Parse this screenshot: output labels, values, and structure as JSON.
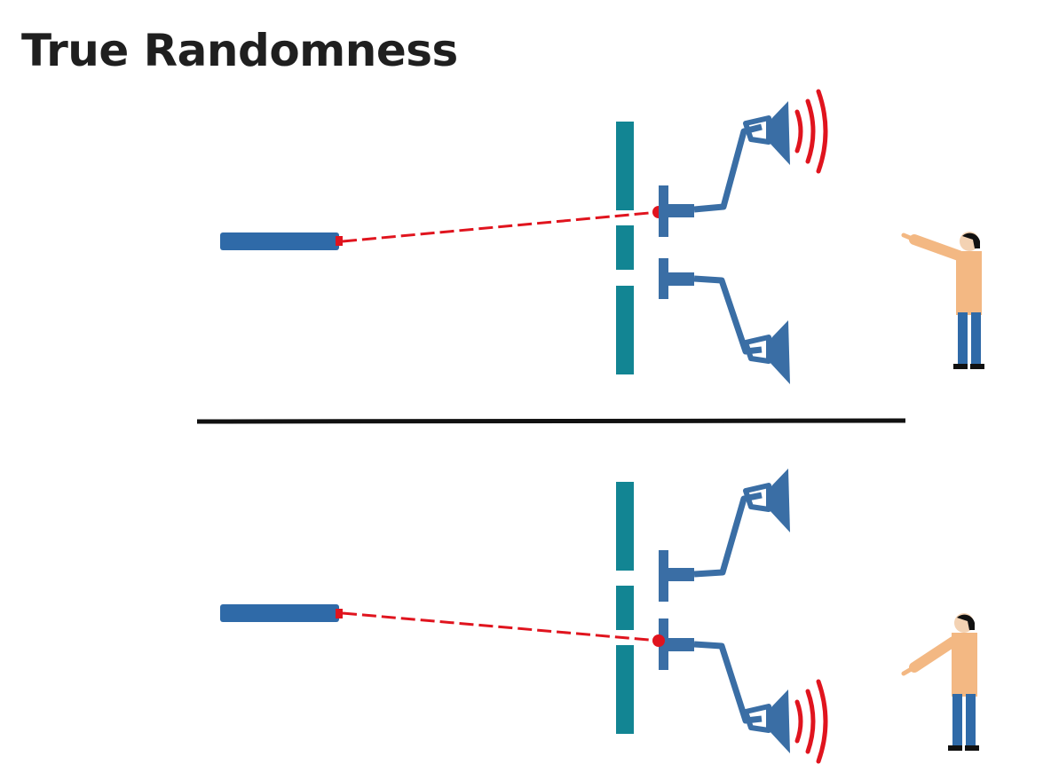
{
  "title": "True Randomness",
  "colors": {
    "laser": "#2f6aa8",
    "beam": "#e0141e",
    "plate": "#128593",
    "detector": "#3a6ea5",
    "sound": "#e0141e",
    "shirt": "#f3b883",
    "pants": "#2f6aa8",
    "divider": "#111111"
  },
  "experiments": [
    {
      "name": "top",
      "photon_path": "upper",
      "speaker_sounding": "upper"
    },
    {
      "name": "bottom",
      "photon_path": "lower",
      "speaker_sounding": "lower"
    }
  ]
}
